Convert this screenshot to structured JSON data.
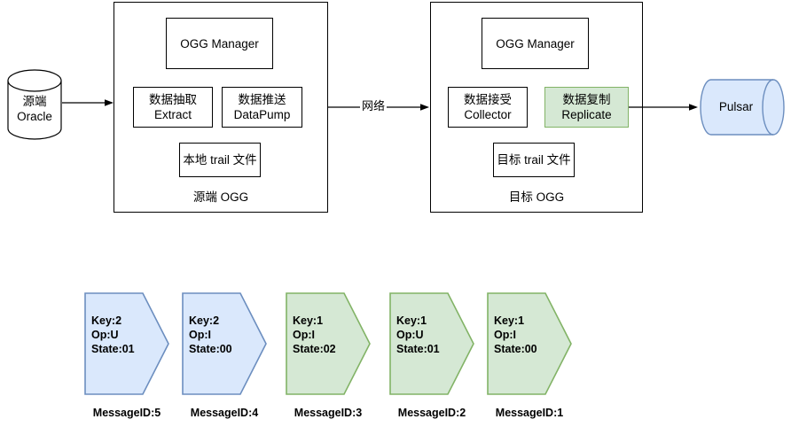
{
  "diagram": {
    "source_db": {
      "label_line1": "源端",
      "label_line2": "Oracle",
      "shape": "cylinder-vertical",
      "stroke": "#000000",
      "fill": "#ffffff"
    },
    "source_ogg": {
      "caption": "源端 OGG",
      "manager": {
        "label": "OGG Manager"
      },
      "extract": {
        "line1": "数据抽取",
        "line2": "Extract"
      },
      "datapump": {
        "line1": "数据推送",
        "line2": "DataPump"
      },
      "trail": {
        "label": "本地 trail 文件"
      }
    },
    "network_arrow": {
      "label": "网络"
    },
    "target_ogg": {
      "caption": "目标 OGG",
      "manager": {
        "label": "OGG Manager"
      },
      "collector": {
        "line1": "数据接受",
        "line2": "Collector"
      },
      "replicate": {
        "line1": "数据复制",
        "line2": "Replicate",
        "fill": "#d5e8d4",
        "stroke": "#82b366"
      },
      "trail": {
        "label": "目标 trail 文件"
      }
    },
    "pulsar": {
      "label": "Pulsar",
      "shape": "cylinder-horizontal",
      "fill": "#dae8fc",
      "stroke": "#6c8ebf"
    }
  },
  "messages": [
    {
      "key": "Key:2",
      "op": "Op:U",
      "state": "State:01",
      "id_label": "MessageID:5",
      "fill": "#dae8fc",
      "stroke": "#6c8ebf"
    },
    {
      "key": "Key:2",
      "op": "Op:I",
      "state": "State:00",
      "id_label": "MessageID:4",
      "fill": "#dae8fc",
      "stroke": "#6c8ebf"
    },
    {
      "key": "Key:1",
      "op": "Op:I",
      "state": "State:02",
      "id_label": "MessageID:3",
      "fill": "#d5e8d4",
      "stroke": "#82b366"
    },
    {
      "key": "Key:1",
      "op": "Op:U",
      "state": "State:01",
      "id_label": "MessageID:2",
      "fill": "#d5e8d4",
      "stroke": "#82b366"
    },
    {
      "key": "Key:1",
      "op": "Op:I",
      "state": "State:00",
      "id_label": "MessageID:1",
      "fill": "#d5e8d4",
      "stroke": "#82b366"
    }
  ]
}
